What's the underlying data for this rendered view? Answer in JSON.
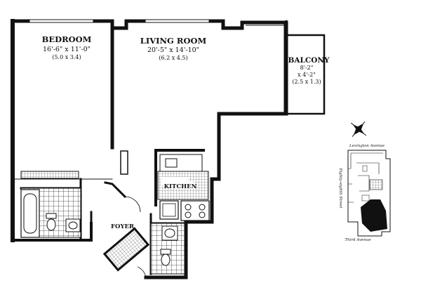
{
  "rooms": {
    "bedroom": {
      "name": "BEDROOM",
      "dim_imperial": "16'-6\" x 11'-0\"",
      "dim_metric": "(5.0 x 3.4)"
    },
    "living": {
      "name": "LIVING ROOM",
      "dim_imperial": "20'-5\" x 14'-10\"",
      "dim_metric": "(6.2 x 4.5)"
    },
    "balcony": {
      "name": "BALCONY",
      "dim_line1": "8'-2\"",
      "dim_line2": "x 4'-2\"",
      "dim_metric": "(2.5 x 1.3)"
    },
    "kitchen": {
      "name": "KITCHEN"
    },
    "foyer": {
      "name": "FOYER"
    }
  },
  "keyplan": {
    "top_street": "Lexington Avenue",
    "side_street": "Eighty-eighth Street",
    "bottom_street": "Third Avenue"
  },
  "compass": {
    "icon": "north-arrow-icon"
  }
}
